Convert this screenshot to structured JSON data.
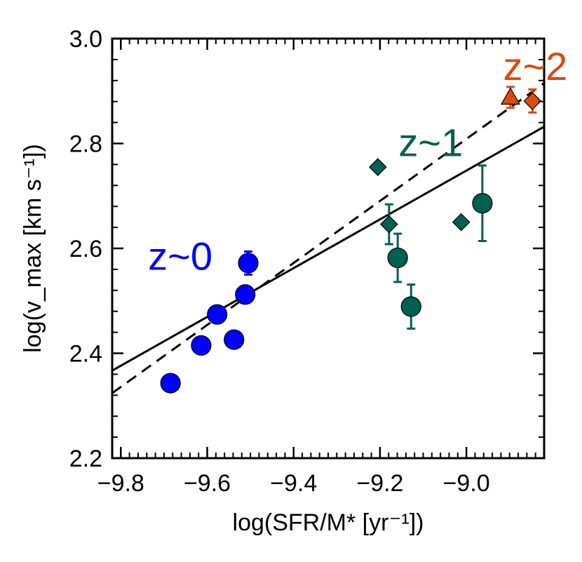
{
  "chart_data": {
    "type": "scatter",
    "title": "",
    "xlabel": "log(SFR/M* [yr⁻¹])",
    "ylabel": "log(v_max [km s⁻¹])",
    "xlim": [
      -9.82,
      -8.82
    ],
    "ylim": [
      2.2,
      3.0
    ],
    "x_ticks": [
      -9.8,
      -9.6,
      -9.4,
      -9.2,
      -9.0
    ],
    "x_tick_labels": [
      "−9.8",
      "−9.6",
      "−9.4",
      "−9.2",
      "−9.0"
    ],
    "y_ticks": [
      2.2,
      2.4,
      2.6,
      2.8,
      3.0
    ],
    "y_tick_labels": [
      "2.2",
      "2.4",
      "2.6",
      "2.8",
      "3.0"
    ],
    "grid": false,
    "colors": {
      "z0": "#0000ff",
      "z1": "#006050",
      "z2": "#e04a0a"
    },
    "series": [
      {
        "group": "z0",
        "marker": "circle",
        "color": "#0000ff",
        "points": [
          {
            "x": -9.685,
            "y": 2.343
          },
          {
            "x": -9.614,
            "y": 2.415
          },
          {
            "x": -9.577,
            "y": 2.474
          },
          {
            "x": -9.538,
            "y": 2.426
          },
          {
            "x": -9.512,
            "y": 2.512
          },
          {
            "x": -9.505,
            "y": 2.572,
            "err": 0.022
          }
        ]
      },
      {
        "group": "z1",
        "marker": "circle",
        "color": "#006050",
        "points": [
          {
            "x": -9.159,
            "y": 2.582,
            "err": 0.046
          },
          {
            "x": -9.128,
            "y": 2.489,
            "err": 0.042
          },
          {
            "x": -8.963,
            "y": 2.686,
            "err": 0.072
          }
        ]
      },
      {
        "group": "z1",
        "marker": "diamond",
        "color": "#006050",
        "points": [
          {
            "x": -9.205,
            "y": 2.755
          },
          {
            "x": -9.179,
            "y": 2.646,
            "err": 0.038
          },
          {
            "x": -9.012,
            "y": 2.65
          }
        ]
      },
      {
        "group": "z2",
        "marker": "triangle",
        "color": "#e04a0a",
        "points": [
          {
            "x": -8.898,
            "y": 2.888,
            "err": 0.02
          }
        ]
      },
      {
        "group": "z2",
        "marker": "diamond",
        "color": "#e04a0a",
        "points": [
          {
            "x": -8.847,
            "y": 2.881,
            "err": 0.022
          }
        ]
      }
    ],
    "fit_lines": [
      {
        "style": "solid",
        "x": [
          -9.82,
          -8.82
        ],
        "y": [
          2.367,
          2.832
        ]
      },
      {
        "style": "dashed",
        "x": [
          -9.82,
          -8.82
        ],
        "y": [
          2.324,
          2.915
        ]
      }
    ],
    "annotations": [
      {
        "text": "z~0",
        "group": "z0",
        "x": -9.737,
        "y": 2.559
      },
      {
        "text": "z~1",
        "group": "z1",
        "x": -9.157,
        "y": 2.776
      },
      {
        "text": "z~2",
        "group": "z2",
        "x": -8.915,
        "y": 2.921
      }
    ]
  }
}
